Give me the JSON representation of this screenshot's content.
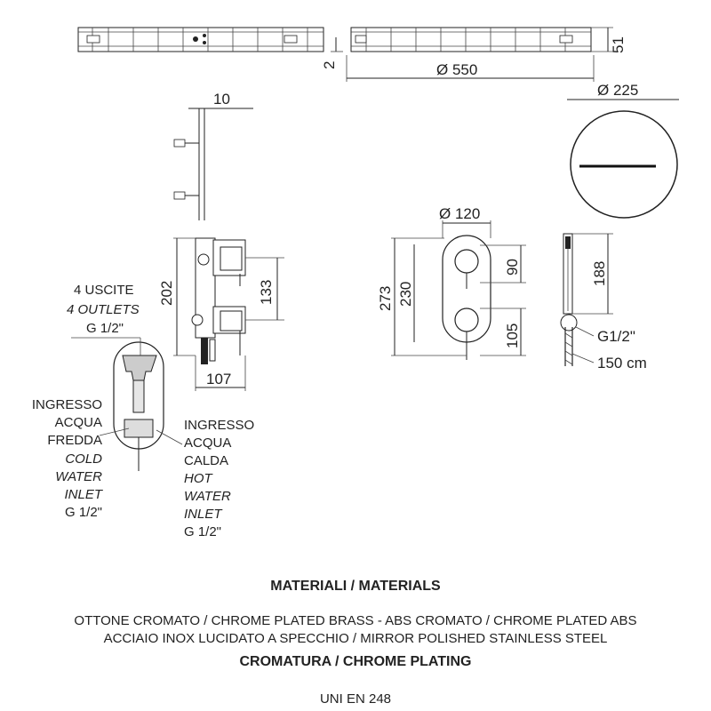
{
  "dimensions": {
    "shower_head_thickness": "51",
    "shower_head_offset": "2",
    "shower_head_diameter": "Ø 550",
    "arm_thickness": "10",
    "plate_diameter": "Ø 225",
    "valve_width": "Ø 120",
    "valve_height_total": "273",
    "valve_height_plate": "230",
    "valve_upper": "90",
    "valve_lower": "105",
    "box_height": "202",
    "box_inner": "133",
    "box_depth": "107",
    "hand_shower_height": "188",
    "hand_connection": "G1/2\"",
    "hose_length": "150 cm"
  },
  "labels": {
    "outlets": [
      "4 USCITE",
      "4 OUTLETS",
      "G 1/2\""
    ],
    "cold_inlet": [
      "INGRESSO",
      "ACQUA",
      "FREDDA",
      "COLD",
      "WATER",
      "INLET",
      "G 1/2\""
    ],
    "hot_inlet": [
      "INGRESSO",
      "ACQUA",
      "CALDA",
      "HOT",
      "WATER",
      "INLET",
      "G 1/2\""
    ]
  },
  "materials": {
    "title": "MATERIALI / MATERIALS",
    "line1": "OTTONE CROMATO / CHROME PLATED BRASS - ABS CROMATO / CHROME PLATED ABS",
    "line2": "ACCIAIO INOX LUCIDATO A SPECCHIO / MIRROR POLISHED STAINLESS STEEL",
    "plating_title": "CROMATURA / CHROME PLATING",
    "standard": "UNI EN 248"
  }
}
